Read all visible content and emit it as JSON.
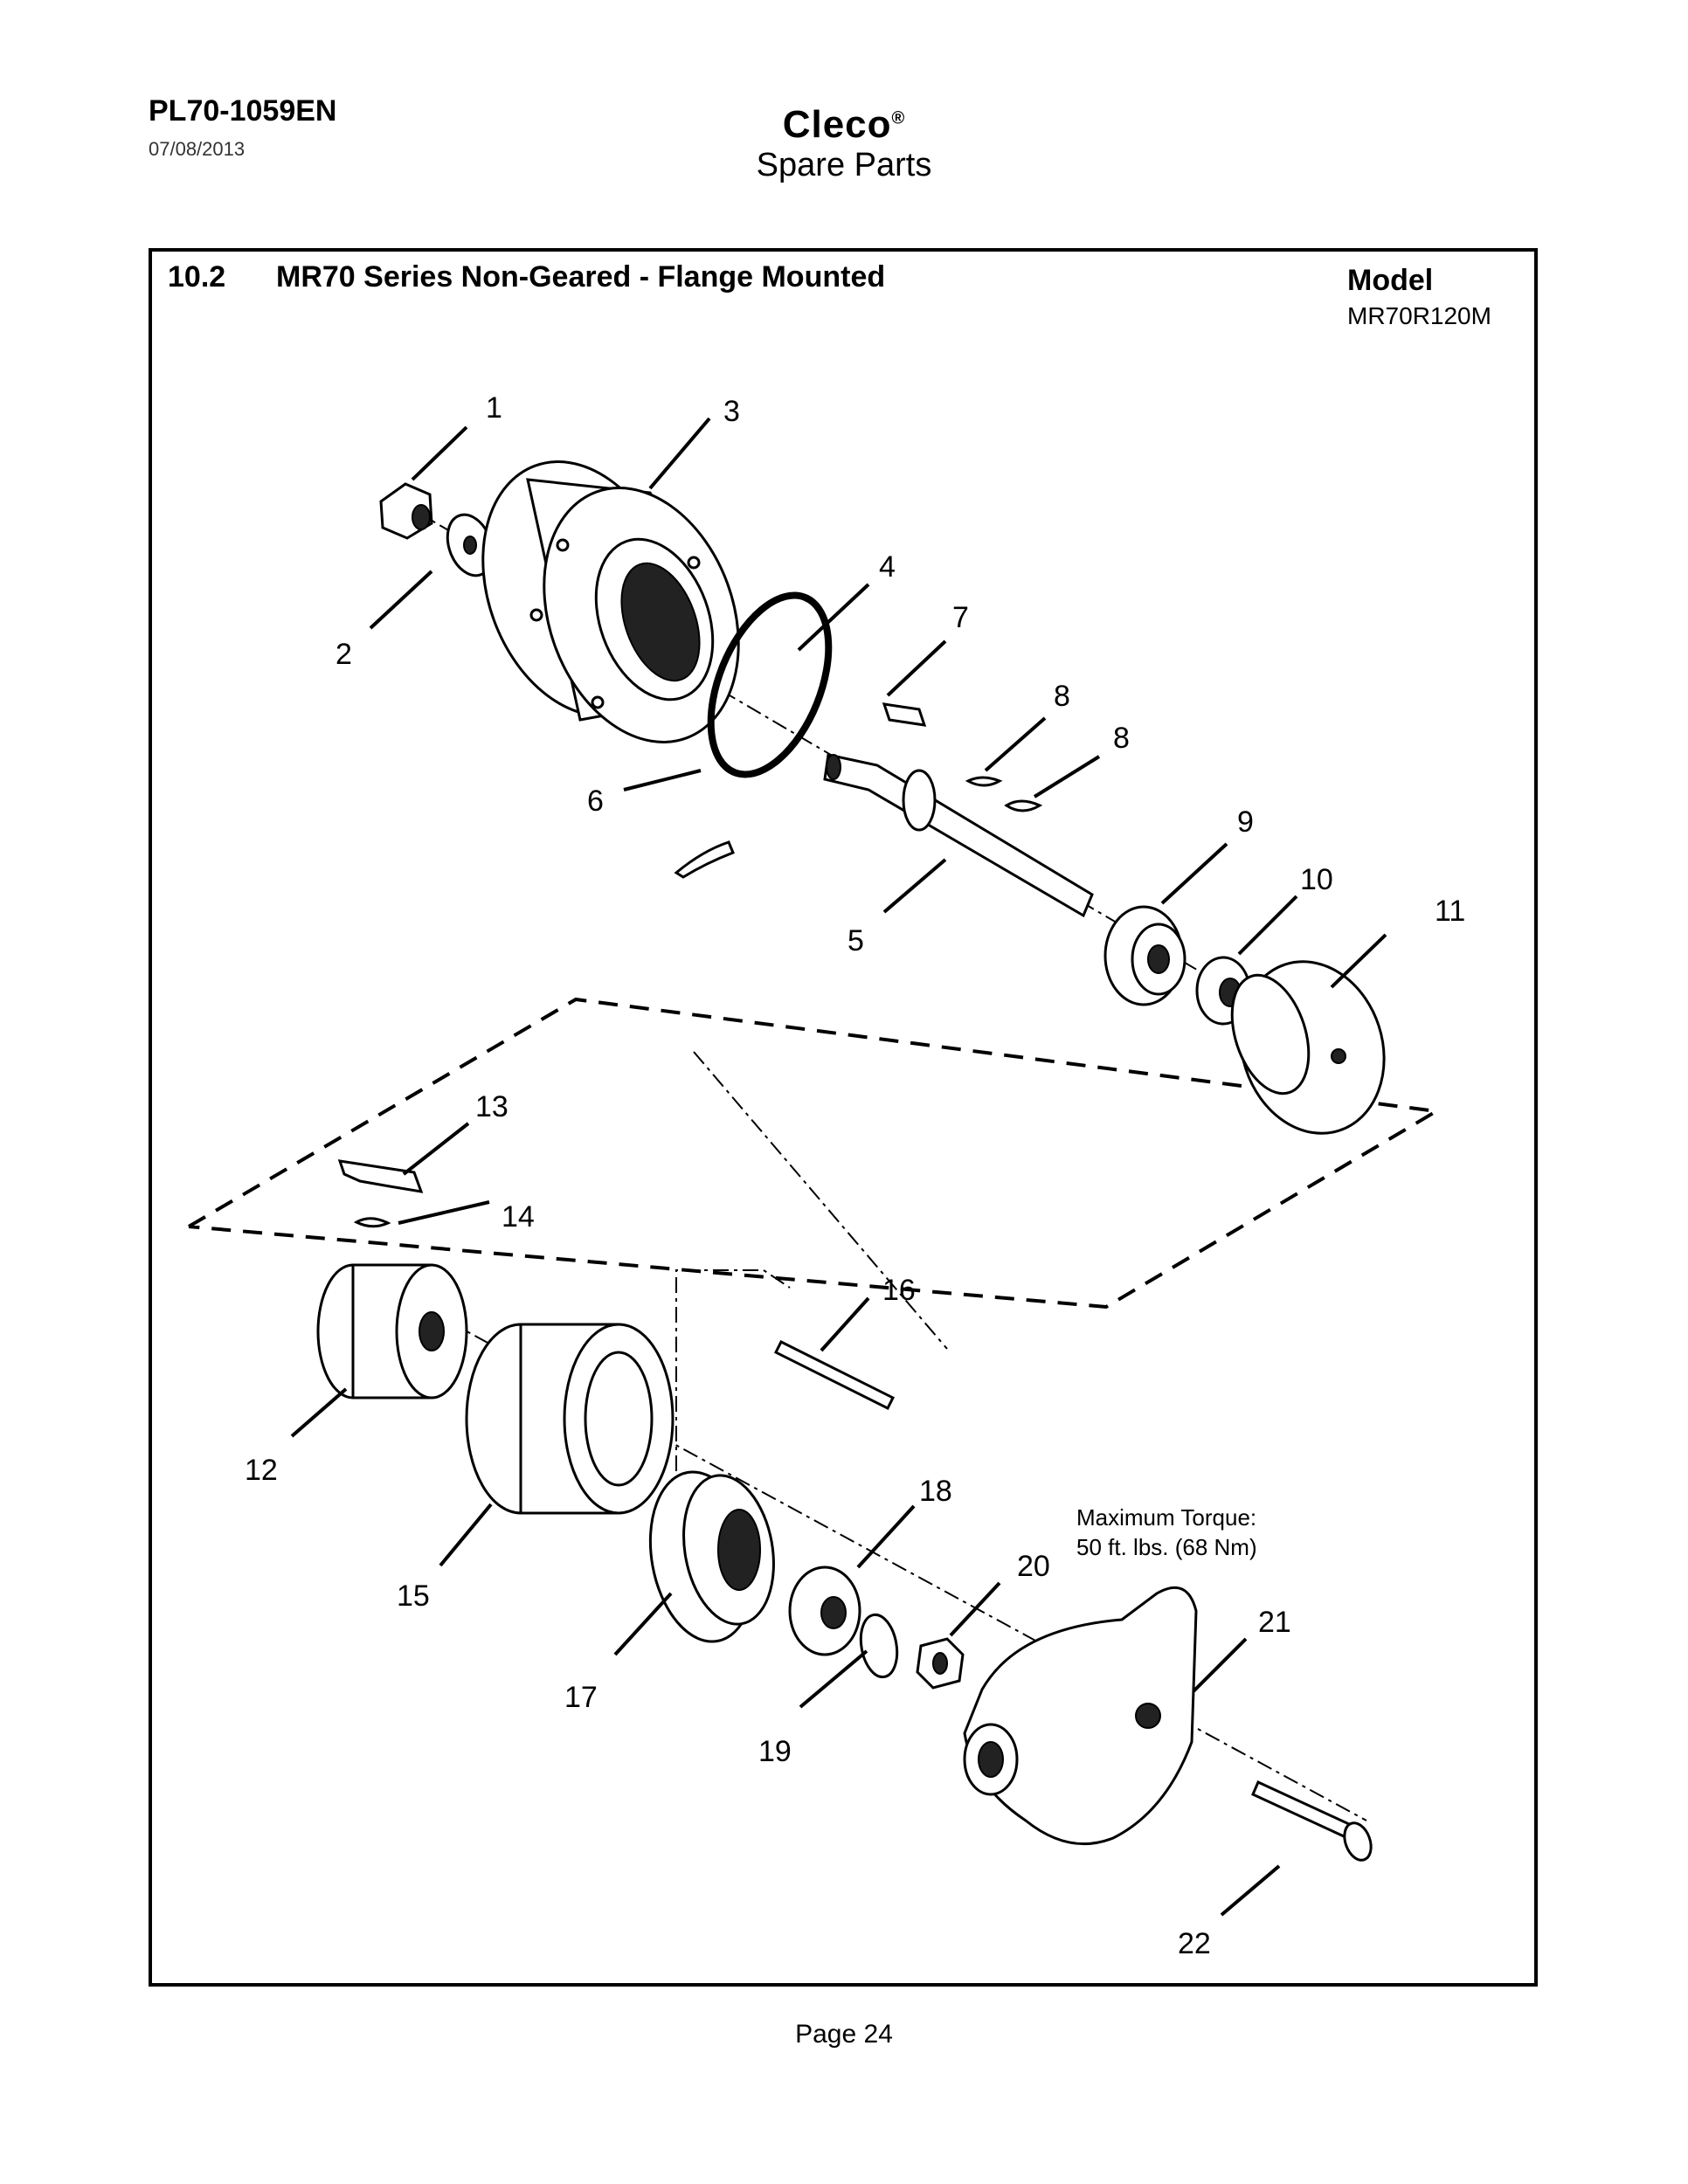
{
  "header": {
    "doc_id": "PL70-1059EN",
    "date": "07/08/2013",
    "brand": "Cleco",
    "brand_mark": "®",
    "subtitle": "Spare Parts"
  },
  "section": {
    "number": "10.2",
    "title": "MR70 Series Non-Geared - Flange Mounted",
    "model_label": "Model",
    "model_value": "MR70R120M"
  },
  "diagram": {
    "callouts": [
      "1",
      "2",
      "3",
      "4",
      "5",
      "6",
      "7",
      "8",
      "8",
      "9",
      "10",
      "11",
      "12",
      "13",
      "14",
      "15",
      "16",
      "17",
      "18",
      "19",
      "20",
      "21",
      "22"
    ],
    "torque_note": [
      "Maximum Torque:",
      "50 ft. lbs. (68 Nm)"
    ]
  },
  "footer": {
    "page": "Page 24"
  }
}
